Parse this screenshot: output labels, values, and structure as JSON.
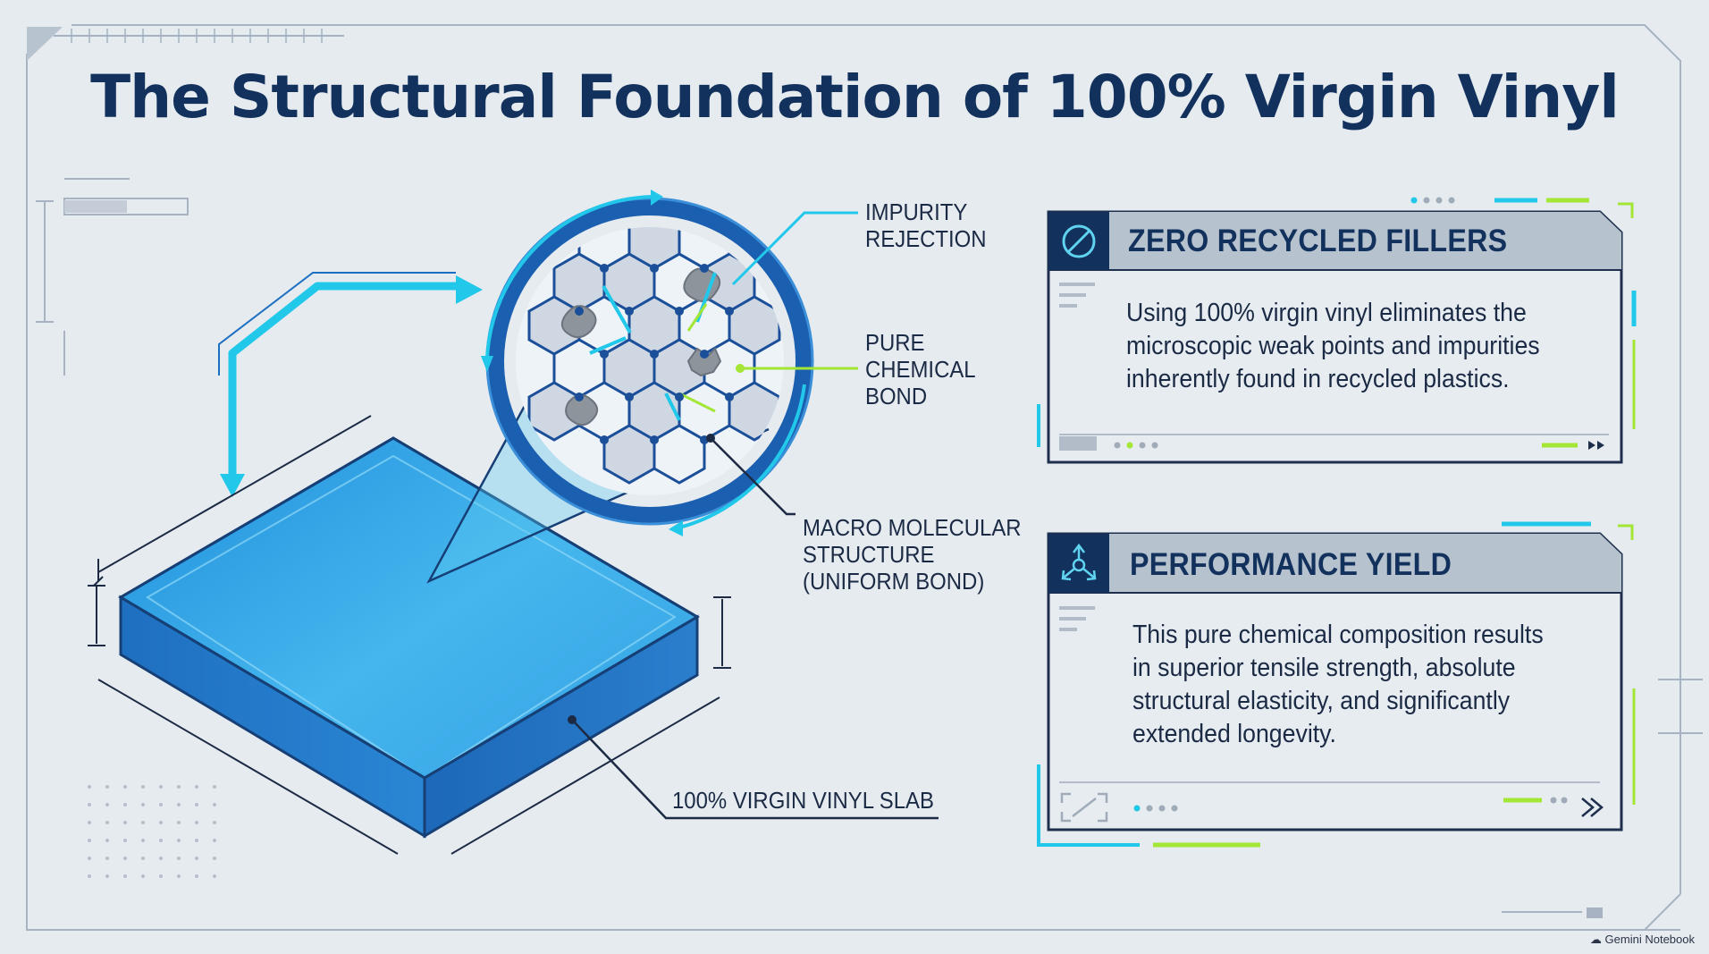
{
  "title": "The Structural Foundation of 100% Virgin Vinyl",
  "callouts": {
    "impurity": "IMPURITY\nREJECTION",
    "pure_bond": "PURE\nCHEMICAL\nBOND",
    "macro": "MACRO MOLECULAR\nSTRUCTURE\n(UNIFORM BOND)",
    "slab": "100% VIRGIN VINYL SLAB"
  },
  "cards": [
    {
      "title": "ZERO RECYCLED FILLERS",
      "icon": "prohibited-icon",
      "body": "Using 100% virgin vinyl eliminates the microscopic weak points and impurities inherently found in recycled plastics."
    },
    {
      "title": "PERFORMANCE YIELD",
      "icon": "molecule-arrows-icon",
      "body": "This pure chemical composition results in  superior tensile strength, absolute structural elasticity, and significantly extended longevity."
    }
  ],
  "credit": "Gemini Notebook",
  "colors": {
    "background": "#e6ebf0",
    "navy": "#12315c",
    "slab_blue": "#2a8fd6",
    "cyan": "#22d3ee",
    "lime": "#a3e635"
  }
}
